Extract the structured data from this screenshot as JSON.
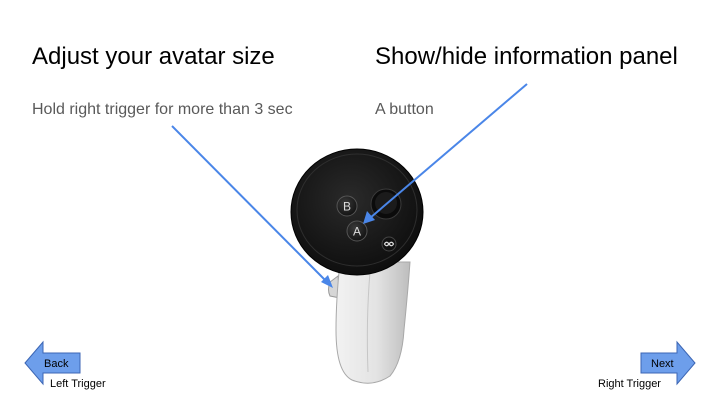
{
  "instructions": {
    "left": {
      "title": "Adjust your avatar size",
      "subtitle": "Hold right trigger for more than 3 sec"
    },
    "right": {
      "title": "Show/hide information panel",
      "subtitle": "A button"
    }
  },
  "controller": {
    "button_b": "B",
    "button_a": "A",
    "menu_icon": "meta-logo-icon"
  },
  "nav": {
    "back": {
      "label": "Back",
      "hint": "Left Trigger"
    },
    "next": {
      "label": "Next",
      "hint": "Right Trigger"
    }
  },
  "colors": {
    "arrow": "#4a86e8",
    "nav_fill": "#6d9eeb",
    "controller_body": "#e8e8e8",
    "controller_face": "#1a1a1a"
  }
}
